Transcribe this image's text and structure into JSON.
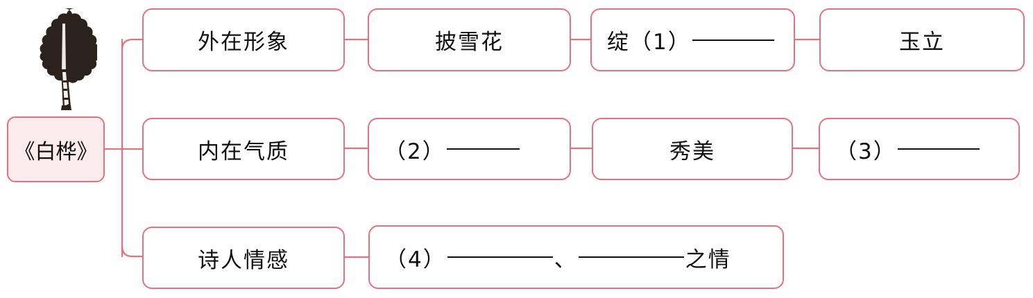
{
  "diagram": {
    "type": "mind-map",
    "title_node": {
      "label": "《白桦》",
      "fill_color": "#fbeaee",
      "border_color": "#e8707f"
    },
    "illustration": {
      "name": "birch-tree-illustration",
      "color": "#2d241f"
    },
    "branches": [
      {
        "category": "外在形象",
        "items": [
          {
            "prefix": "披雪花",
            "blank": false,
            "suffix": ""
          },
          {
            "prefix": "绽（1）",
            "blank": true,
            "suffix": ""
          },
          {
            "prefix": "玉立",
            "blank": false,
            "suffix": ""
          }
        ]
      },
      {
        "category": "内在气质",
        "items": [
          {
            "prefix": "（2）",
            "blank": true,
            "suffix": ""
          },
          {
            "prefix": "秀美",
            "blank": false,
            "suffix": ""
          },
          {
            "prefix": "（3）",
            "blank": true,
            "suffix": ""
          }
        ]
      },
      {
        "category": "诗人情感",
        "items": [
          {
            "prefix": "（4）",
            "blank": true,
            "middle": "、",
            "suffix": "之情"
          }
        ]
      }
    ]
  },
  "labels": {
    "root": "《白桦》",
    "cat_1": "外在形象",
    "cat_2": "内在气质",
    "cat_3": "诗人情感",
    "r1c1": "披雪花",
    "r1c2_prefix": "绽（1）",
    "r1c3": "玉立",
    "r2c1_prefix": "（2）",
    "r2c2": "秀美",
    "r2c3_prefix": "（3）",
    "r3c1_prefix": "（4）",
    "r3c1_sep": "、",
    "r3c1_suffix": "之情"
  },
  "colors": {
    "line": "#e8707f",
    "node_fill": "#ffffff",
    "root_fill": "#fbeaee",
    "text": "#101010",
    "blank_rule": "#111111"
  }
}
